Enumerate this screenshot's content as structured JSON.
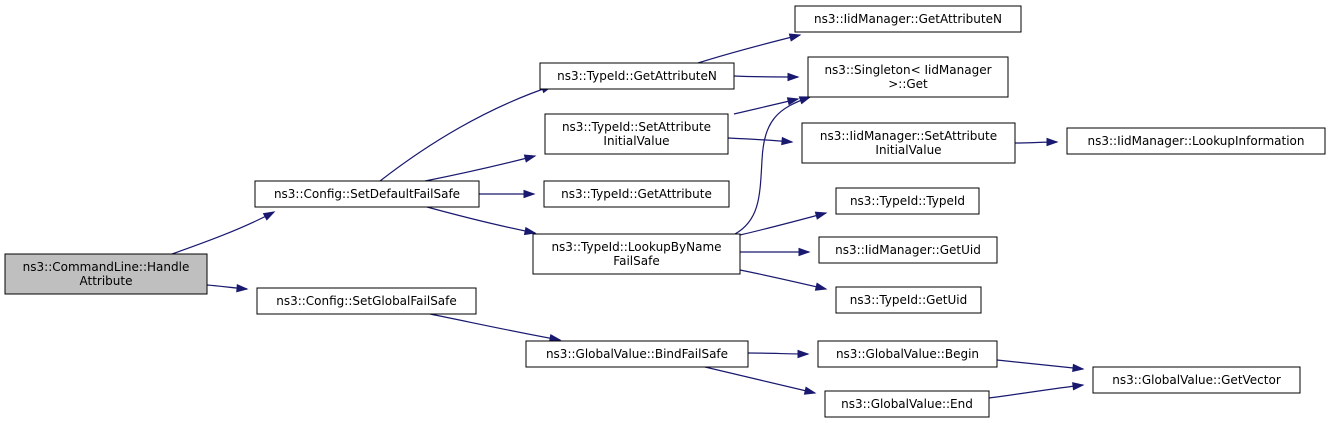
{
  "graph": {
    "root": "handle_attribute",
    "colors": {
      "edge": "#191970",
      "root_fill": "#bfbfbf",
      "node_fill": "#ffffff",
      "border": "#000000"
    },
    "nodes": [
      {
        "id": "handle_attribute",
        "lines": [
          "ns3::CommandLine::Handle",
          "Attribute"
        ]
      },
      {
        "id": "set_default_failsafe",
        "lines": [
          "ns3::Config::SetDefaultFailSafe"
        ]
      },
      {
        "id": "set_global_failsafe",
        "lines": [
          "ns3::Config::SetGlobalFailSafe"
        ]
      },
      {
        "id": "typeid_get_attribute_n",
        "lines": [
          "ns3::TypeId::GetAttributeN"
        ]
      },
      {
        "id": "typeid_set_attribute_initial_value",
        "lines": [
          "ns3::TypeId::SetAttribute",
          "InitialValue"
        ]
      },
      {
        "id": "typeid_get_attribute",
        "lines": [
          "ns3::TypeId::GetAttribute"
        ]
      },
      {
        "id": "typeid_lookup_by_name_failsafe",
        "lines": [
          "ns3::TypeId::LookupByName",
          "FailSafe"
        ]
      },
      {
        "id": "globalvalue_bind_failsafe",
        "lines": [
          "ns3::GlobalValue::BindFailSafe"
        ]
      },
      {
        "id": "iidmanager_get_attribute_n",
        "lines": [
          "ns3::IidManager::GetAttributeN"
        ]
      },
      {
        "id": "singleton_get",
        "lines": [
          "ns3::Singleton< IidManager",
          ">::Get"
        ]
      },
      {
        "id": "iidmanager_set_attribute_initial_value",
        "lines": [
          "ns3::IidManager::SetAttribute",
          "InitialValue"
        ]
      },
      {
        "id": "typeid_typeid",
        "lines": [
          "ns3::TypeId::TypeId"
        ]
      },
      {
        "id": "iidmanager_get_uid",
        "lines": [
          "ns3::IidManager::GetUid"
        ]
      },
      {
        "id": "typeid_get_uid",
        "lines": [
          "ns3::TypeId::GetUid"
        ]
      },
      {
        "id": "globalvalue_begin",
        "lines": [
          "ns3::GlobalValue::Begin"
        ]
      },
      {
        "id": "globalvalue_end",
        "lines": [
          "ns3::GlobalValue::End"
        ]
      },
      {
        "id": "iidmanager_lookup_information",
        "lines": [
          "ns3::IidManager::LookupInformation"
        ]
      },
      {
        "id": "globalvalue_get_vector",
        "lines": [
          "ns3::GlobalValue::GetVector"
        ]
      }
    ],
    "edges": [
      {
        "from": "handle_attribute",
        "to": "set_default_failsafe"
      },
      {
        "from": "handle_attribute",
        "to": "set_global_failsafe"
      },
      {
        "from": "set_default_failsafe",
        "to": "typeid_get_attribute_n"
      },
      {
        "from": "set_default_failsafe",
        "to": "typeid_set_attribute_initial_value"
      },
      {
        "from": "set_default_failsafe",
        "to": "typeid_get_attribute"
      },
      {
        "from": "set_default_failsafe",
        "to": "typeid_lookup_by_name_failsafe"
      },
      {
        "from": "typeid_get_attribute_n",
        "to": "iidmanager_get_attribute_n"
      },
      {
        "from": "typeid_get_attribute_n",
        "to": "singleton_get"
      },
      {
        "from": "typeid_set_attribute_initial_value",
        "to": "singleton_get"
      },
      {
        "from": "typeid_set_attribute_initial_value",
        "to": "iidmanager_set_attribute_initial_value"
      },
      {
        "from": "iidmanager_set_attribute_initial_value",
        "to": "iidmanager_lookup_information"
      },
      {
        "from": "typeid_lookup_by_name_failsafe",
        "to": "singleton_get"
      },
      {
        "from": "typeid_lookup_by_name_failsafe",
        "to": "typeid_typeid"
      },
      {
        "from": "typeid_lookup_by_name_failsafe",
        "to": "iidmanager_get_uid"
      },
      {
        "from": "typeid_lookup_by_name_failsafe",
        "to": "typeid_get_uid"
      },
      {
        "from": "set_global_failsafe",
        "to": "globalvalue_bind_failsafe"
      },
      {
        "from": "globalvalue_bind_failsafe",
        "to": "globalvalue_begin"
      },
      {
        "from": "globalvalue_bind_failsafe",
        "to": "globalvalue_end"
      },
      {
        "from": "globalvalue_begin",
        "to": "globalvalue_get_vector"
      },
      {
        "from": "globalvalue_end",
        "to": "globalvalue_get_vector"
      }
    ]
  }
}
